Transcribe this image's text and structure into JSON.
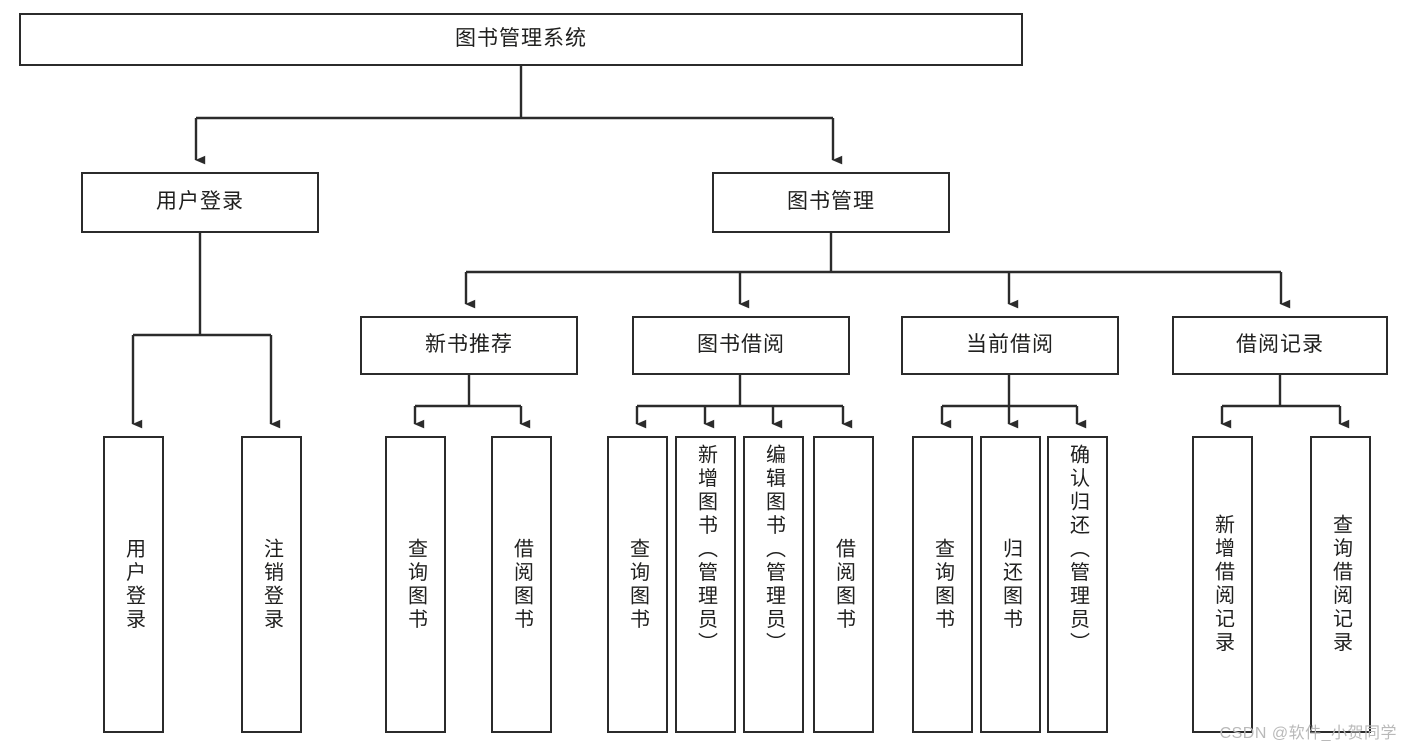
{
  "diagram": {
    "title": "图书管理系统",
    "type": "tree",
    "root": {
      "id": "root",
      "label": "图书管理系统"
    },
    "level2": [
      {
        "id": "user-login",
        "label": "用户登录"
      },
      {
        "id": "book-manage",
        "label": "图书管理"
      }
    ],
    "level3": [
      {
        "id": "new-book-rec",
        "label": "新书推荐",
        "parent": "book-manage"
      },
      {
        "id": "book-borrow",
        "label": "图书借阅",
        "parent": "book-manage"
      },
      {
        "id": "current-borrow",
        "label": "当前借阅",
        "parent": "book-manage"
      },
      {
        "id": "borrow-record",
        "label": "借阅记录",
        "parent": "book-manage"
      }
    ],
    "leaves": [
      {
        "id": "leaf-user-login",
        "label": "用户登录",
        "parent": "user-login"
      },
      {
        "id": "leaf-logout",
        "label": "注销登录",
        "parent": "user-login"
      },
      {
        "id": "leaf-query-book-1",
        "label": "查询图书",
        "parent": "new-book-rec"
      },
      {
        "id": "leaf-borrow-book-1",
        "label": "借阅图书",
        "parent": "new-book-rec"
      },
      {
        "id": "leaf-query-book-2",
        "label": "查询图书",
        "parent": "book-borrow"
      },
      {
        "id": "leaf-add-book",
        "label": "新增图书（管理员）",
        "parent": "book-borrow"
      },
      {
        "id": "leaf-edit-book",
        "label": "编辑图书（管理员）",
        "parent": "book-borrow"
      },
      {
        "id": "leaf-borrow-book-2",
        "label": "借阅图书",
        "parent": "book-borrow"
      },
      {
        "id": "leaf-query-book-3",
        "label": "查询图书",
        "parent": "current-borrow"
      },
      {
        "id": "leaf-return-book",
        "label": "归还图书",
        "parent": "current-borrow"
      },
      {
        "id": "leaf-confirm-return",
        "label": "确认归还（管理员）",
        "parent": "current-borrow"
      },
      {
        "id": "leaf-add-record",
        "label": "新增借阅记录",
        "parent": "borrow-record"
      },
      {
        "id": "leaf-query-record",
        "label": "查询借阅记录",
        "parent": "borrow-record"
      }
    ]
  },
  "watermark": {
    "text": "CSDN @软件_小贺同学"
  },
  "colors": {
    "stroke": "#2b2b2b",
    "fill": "#ffffff",
    "text": "#20201f",
    "watermark": "#b9b9b9"
  }
}
